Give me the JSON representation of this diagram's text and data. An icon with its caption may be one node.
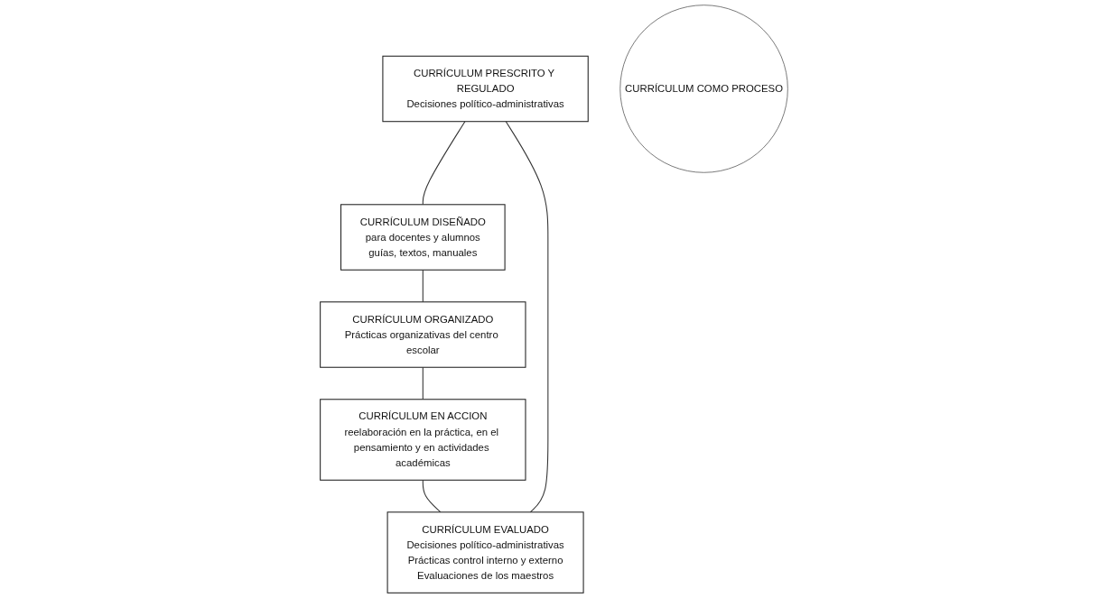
{
  "diagram": {
    "nodes": [
      {
        "text": [
          "CURRÍCULUM PRESCRITO Y REGULADO",
          "Decisiones político-administrativas"
        ]
      },
      {
        "text": [
          "CURRÍCULUM DISEÑADO",
          "para docentes y alumnos",
          "guías, textos, manuales"
        ]
      },
      {
        "text": [
          "CURRÍCULUM EVALUADO",
          "Decisiones político-administrativas",
          "Prácticas control interno y externo",
          "Evaluaciones de los maestros"
        ]
      },
      {
        "text": [
          "CURRÍCULUM COMO PROCESO"
        ]
      },
      {
        "text": [
          "CURRÍCULUM ORGANIZADO",
          "Prácticas organizativas del centro escolar"
        ]
      },
      {
        "text": [
          "CURRÍCULUM EN ACCION",
          "reelaboración en la práctica, en el pensamiento y en actividades académicas"
        ]
      }
    ],
    "edges": [
      {
        "from": 0,
        "to": 1,
        "arrow": "none"
      },
      {
        "from": 1,
        "to": 4,
        "arrow": "none"
      },
      {
        "from": 4,
        "to": 5,
        "arrow": "none"
      },
      {
        "from": 5,
        "to": 2,
        "arrow": "none"
      },
      {
        "from": 2,
        "to": 0,
        "arrow": "none"
      }
    ]
  }
}
